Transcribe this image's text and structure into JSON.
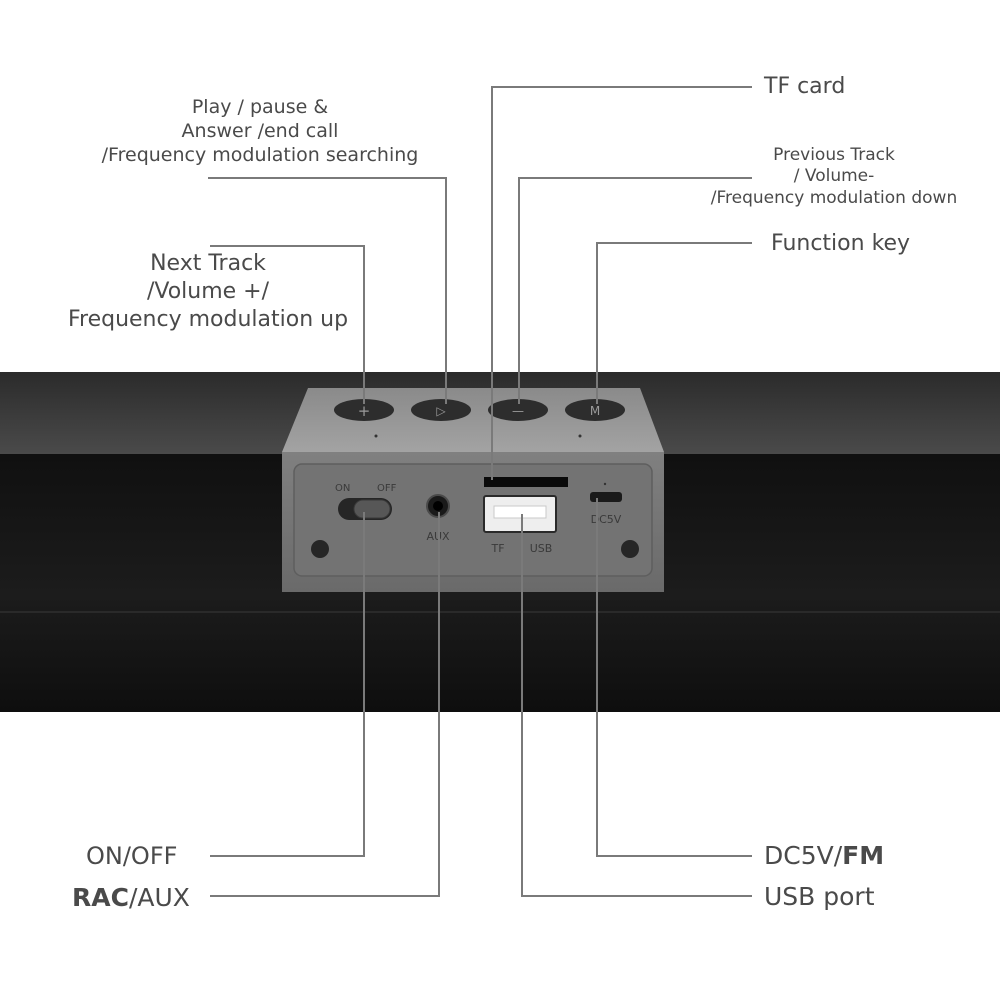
{
  "labels": {
    "play_pause": [
      "Play / pause &",
      "Answer /end call",
      "/Frequency modulation searching"
    ],
    "next_track": [
      "Next Track",
      "/Volume +/",
      "Frequency modulation up"
    ],
    "tf_card": "TF card",
    "previous_track": [
      "Previous Track",
      "/ Volume-",
      "/Frequency modulation down"
    ],
    "function_key": "Function key",
    "on_off": "ON/OFF",
    "rac_aux": {
      "bold": "RAC",
      "normal": "/AUX"
    },
    "dc5v_fm": {
      "normal": "DC5V/",
      "bold": "FM"
    },
    "usb_port": "USB port"
  },
  "panel": {
    "switch_on": "ON",
    "switch_off": "OFF",
    "aux": "AUX",
    "tf": "TF",
    "usb": "USB",
    "dc5v": "DC5V",
    "buttons": [
      "+",
      "▷",
      "—",
      "M"
    ]
  },
  "colors": {
    "bar_top": "#3a3a3a",
    "bar_face": "#181818",
    "panel_top": "#8e8e8e",
    "panel_face": "#7a7a7a",
    "button": "#2e2e2e",
    "leader_line": "#7a7a7a",
    "text": "#4a4a4a"
  }
}
